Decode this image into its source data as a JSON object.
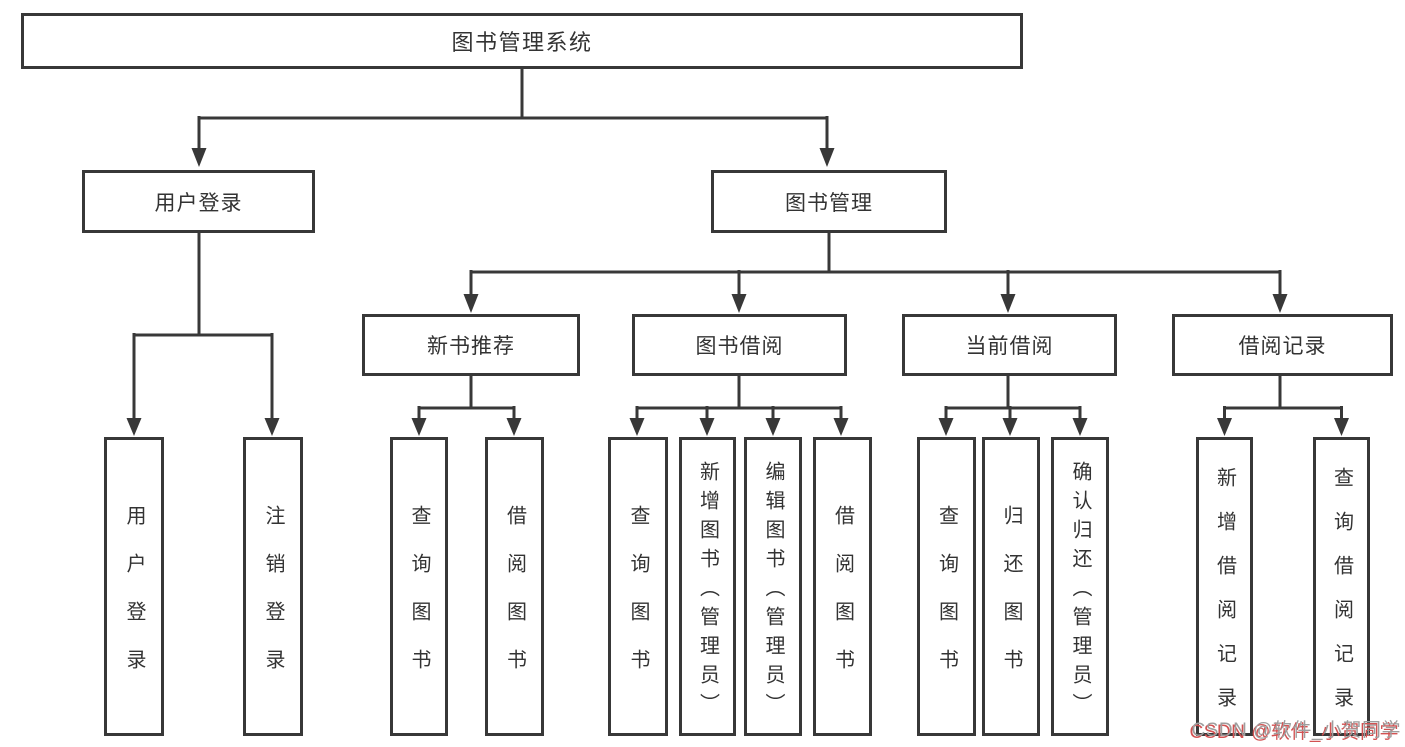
{
  "diagram": {
    "root": "图书管理系统",
    "level2": [
      {
        "label": "用户登录"
      },
      {
        "label": "图书管理"
      }
    ],
    "login_children": [
      "用户登录",
      "注销登录"
    ],
    "sections": [
      {
        "label": "新书推荐",
        "children": [
          "查询图书",
          "借阅图书"
        ]
      },
      {
        "label": "图书借阅",
        "children": [
          "查询图书",
          "新增图书（管理员）",
          "编辑图书（管理员）",
          "借阅图书"
        ]
      },
      {
        "label": "当前借阅",
        "children": [
          "查询图书",
          "归还图书",
          "确认归还（管理员）"
        ]
      },
      {
        "label": "借阅记录",
        "children": [
          "新增借阅记录",
          "查询借阅记录"
        ]
      }
    ]
  },
  "watermark": {
    "text": "CSDN @软件_小贺同学"
  },
  "colors": {
    "line": "#383838",
    "text": "#333333",
    "background": "#ffffff",
    "watermark_gray": "#9e9e9e",
    "watermark_red": "#d25252"
  }
}
